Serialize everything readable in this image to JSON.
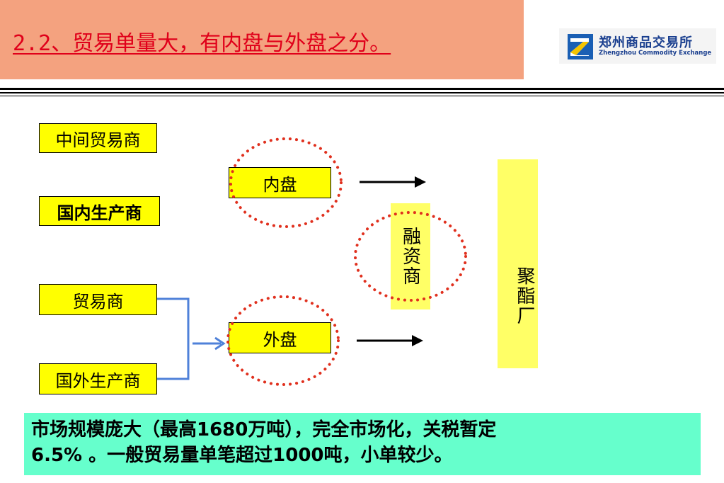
{
  "header": {
    "title": "2.2、贸易单量大，有内盘与外盘之分。",
    "logo_cn": "郑州商品交易所",
    "logo_en": "Zhengzhou Commodity Exchange"
  },
  "diagram": {
    "nodes": {
      "middle_trader": "中间贸易商",
      "domestic_producer": "国内生产商",
      "trader": "贸易商",
      "foreign_producer": "国外生产商",
      "inner_market": "内盘",
      "outer_market": "外盘",
      "financier": "融资商",
      "polyester_plant": "聚酯厂"
    }
  },
  "note": {
    "line1": "市场规模庞大（最高1680万吨），完全市场化，关税暂定",
    "line2": "6.5% 。一般贸易量单笔超过1000吨，小单较少。"
  },
  "colors": {
    "title_bg": "#f4a27f",
    "title_text": "#e0001a",
    "box_yellow": "#ffff00",
    "ellipse_dots": "#e0301e",
    "connector_blue": "#4f81d9",
    "note_bg": "#66ffcc"
  }
}
